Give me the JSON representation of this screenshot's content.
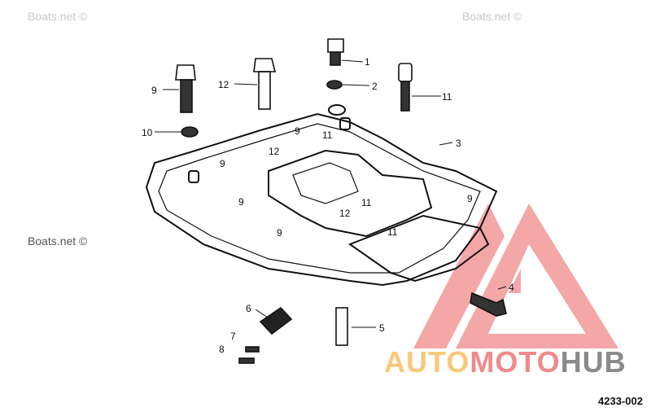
{
  "watermarks": [
    "Boats.net ©",
    "Boats.net ©",
    "Boats.net ©"
  ],
  "figure_number": "4233-002",
  "logo": {
    "part1": "AUTO",
    "part2": "MOTO",
    "part3": "HUB"
  },
  "callouts": [
    "1",
    "2",
    "11",
    "12",
    "9",
    "10",
    "9",
    "11",
    "3",
    "12",
    "9",
    "9",
    "9",
    "11",
    "12",
    "11",
    "9",
    "4",
    "6",
    "5",
    "7",
    "8"
  ]
}
